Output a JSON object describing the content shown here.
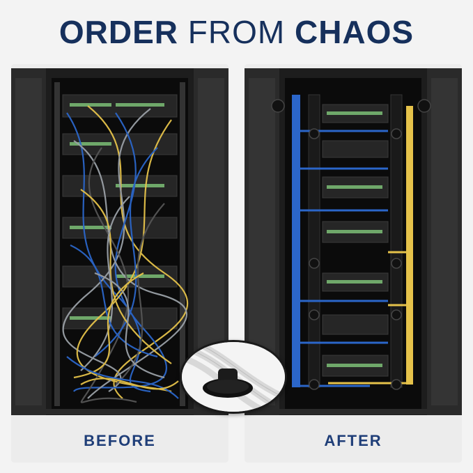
{
  "header": {
    "title_part1": "ORDER",
    "title_part2": "FROM",
    "title_part3": "CHAOS"
  },
  "panels": {
    "before_label": "BEFORE",
    "after_label": "AFTER"
  },
  "colors": {
    "navy": "#16305c",
    "caption": "#1f3e78",
    "cable_blue": "#2b66c9",
    "cable_yellow": "#e5c24a",
    "cable_gray": "#9aa0a6",
    "rack": "#141414"
  }
}
